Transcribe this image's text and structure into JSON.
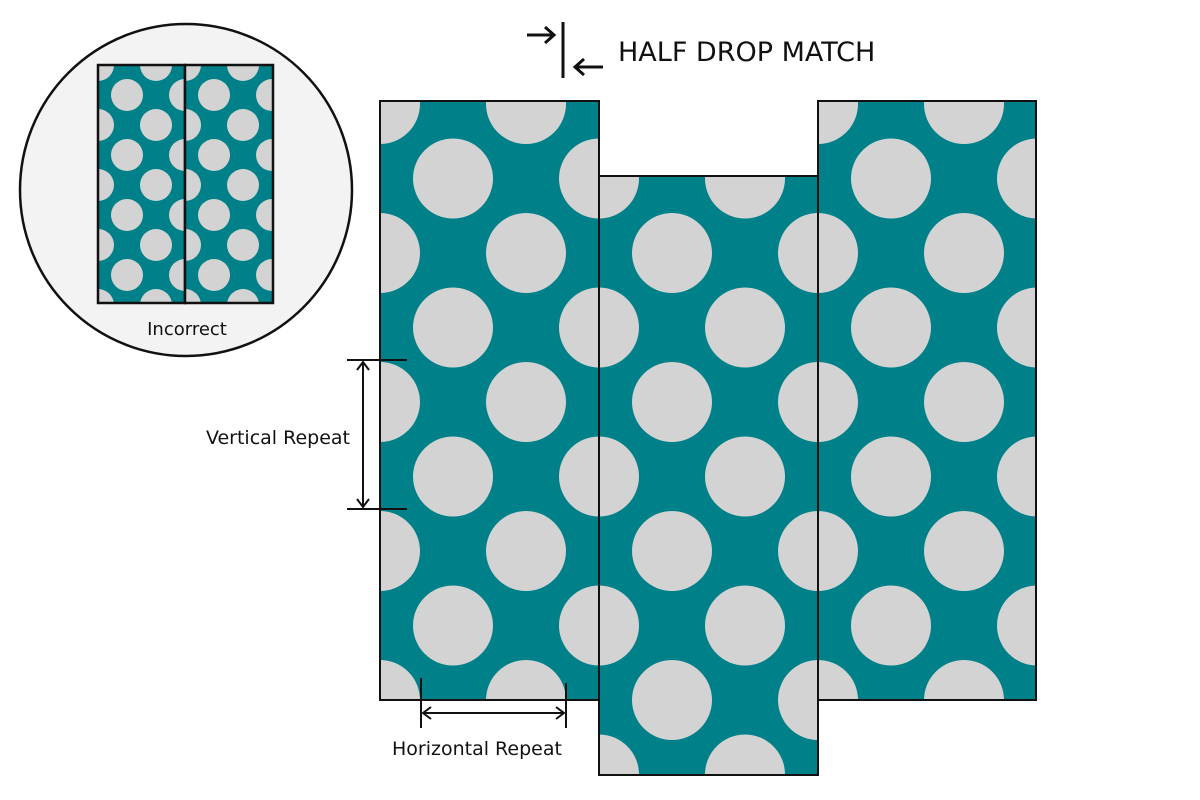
{
  "title": "HALF DROP MATCH",
  "inset_label": "Incorrect",
  "vertical_label": "Vertical Repeat",
  "horizontal_label": "Horizontal Repeat",
  "colors": {
    "background": "#008088",
    "dot": "#d3d3d3",
    "inset_bg": "#f3f3f3",
    "stroke": "#111111"
  }
}
